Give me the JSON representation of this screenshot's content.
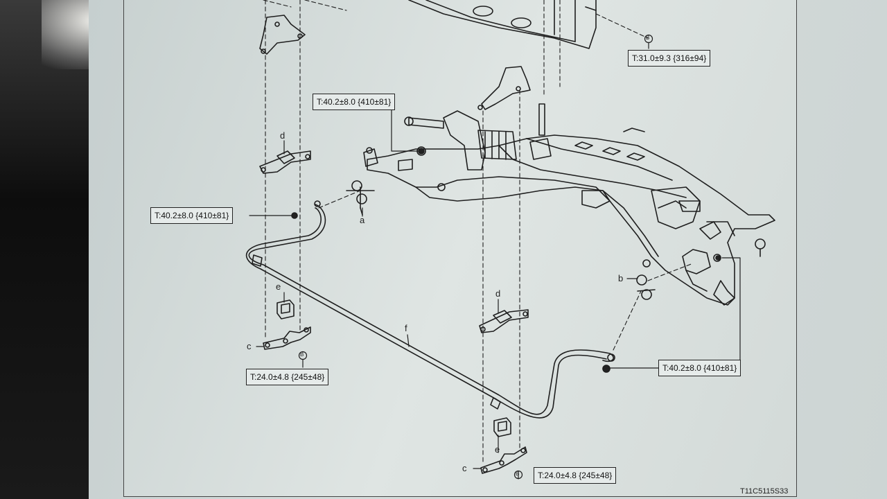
{
  "labels": {
    "torque_top_right": "T:31.0±9.3 {316±94}",
    "torque_top_left": "T:40.2±8.0 {410±81}",
    "torque_mid_left": "T:40.2±8.0 {410±81}",
    "torque_right": "T:40.2±8.0 {410±81}",
    "torque_bottom_left": "T:24.0±4.8 {245±48}",
    "torque_bottom_center": "T:24.0±4.8 {245±48}"
  },
  "letters": {
    "a": "a",
    "b": "b",
    "c1": "c",
    "c2": "c",
    "d1": "d",
    "d2": "d",
    "e1": "e",
    "e2": "e",
    "f": "f",
    "B1": "B",
    "B2": "B",
    "B3": "B"
  },
  "figure_code": "T11C5115S33",
  "colors": {
    "line": "#1e1e1e",
    "paper": "#d8dfdd"
  }
}
